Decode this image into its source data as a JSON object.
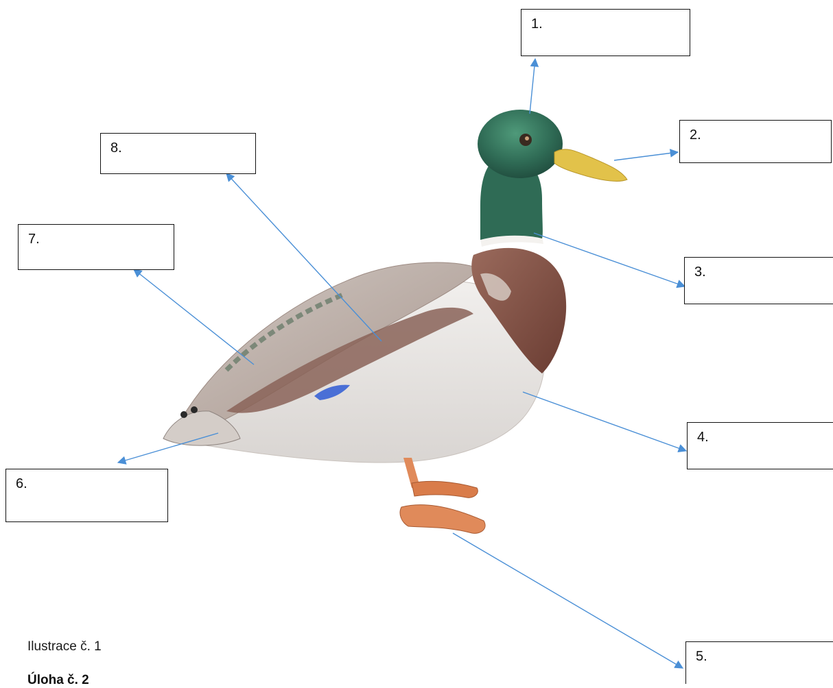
{
  "labels": [
    {
      "number": "1."
    },
    {
      "number": "2."
    },
    {
      "number": "3."
    },
    {
      "number": "4."
    },
    {
      "number": "5."
    },
    {
      "number": "6."
    },
    {
      "number": "7."
    },
    {
      "number": "8."
    }
  ],
  "caption": "Ilustrace č. 1",
  "task_title": "Úloha č. 2",
  "colors": {
    "arrow": "#4a8fd6",
    "box_border": "#111111",
    "head": "#2f6b55",
    "breast": "#7a4a3e",
    "bill": "#e2c24a",
    "feet": "#e08a5a",
    "body": "#e9e6e3"
  }
}
